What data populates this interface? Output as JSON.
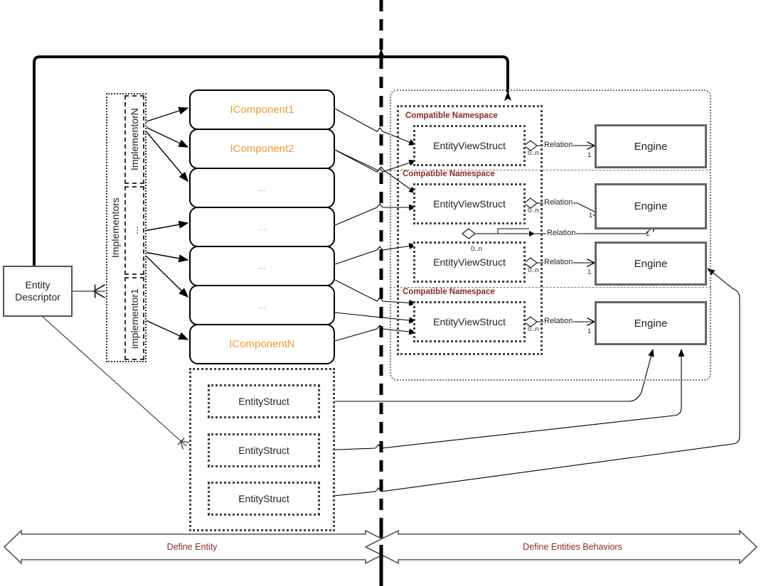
{
  "diagram": {
    "title": "Entity / Component / Engine architecture diagram",
    "colors": {
      "component_text": "#ef9b2f",
      "namespace_label": "#8b2828",
      "band_label": "#8b2828",
      "box_border": "#444444",
      "engine_border": "#666666"
    }
  },
  "entity_descriptor": {
    "line1": "Entity",
    "line2": "Descriptor"
  },
  "implementors": {
    "group_label": "Implementors",
    "items": [
      {
        "label": "ImplementorN"
      },
      {
        "label": "..."
      },
      {
        "label": "implementor1"
      }
    ]
  },
  "components": {
    "items": [
      {
        "label": "IComponent1"
      },
      {
        "label": "IComponent2"
      },
      {
        "label": "..."
      },
      {
        "label": "..."
      },
      {
        "label": "..."
      },
      {
        "label": "..."
      },
      {
        "label": "IComponentN"
      }
    ]
  },
  "entity_structs": {
    "items": [
      {
        "label": "EntityStruct"
      },
      {
        "label": "EntityStruct"
      },
      {
        "label": "EntityStruct"
      }
    ]
  },
  "namespaces": {
    "label": "Compatible Namespace",
    "groups": [
      {
        "label": "Compatible Namespace"
      },
      {
        "label": "Compatible Namespace"
      },
      {
        "label": "Compatible Namespace"
      }
    ]
  },
  "entity_view_structs": {
    "items": [
      {
        "label": "EntityViewStruct"
      },
      {
        "label": "EntityViewStruct"
      },
      {
        "label": "EntityViewStruct"
      },
      {
        "label": "EntityViewStruct"
      }
    ]
  },
  "engines": {
    "items": [
      {
        "label": "Engine"
      },
      {
        "label": "Engine"
      },
      {
        "label": "Engine"
      },
      {
        "label": "Engine"
      }
    ]
  },
  "relations": [
    {
      "name": "Relation",
      "source_mult": "0..n",
      "target_mult": "1"
    },
    {
      "name": "Relation",
      "source_mult": "0..n",
      "target_mult": "1"
    },
    {
      "name": "Relation",
      "source_mult": "0..n",
      "target_mult": "1"
    },
    {
      "name": "Relation",
      "source_mult": "0..n",
      "target_mult": "1"
    },
    {
      "name": "Relation",
      "source_mult": "0..n",
      "target_mult": "1"
    }
  ],
  "bands": {
    "left": {
      "label": "Define Entity"
    },
    "right": {
      "label": "Define Entities Behaviors"
    }
  }
}
